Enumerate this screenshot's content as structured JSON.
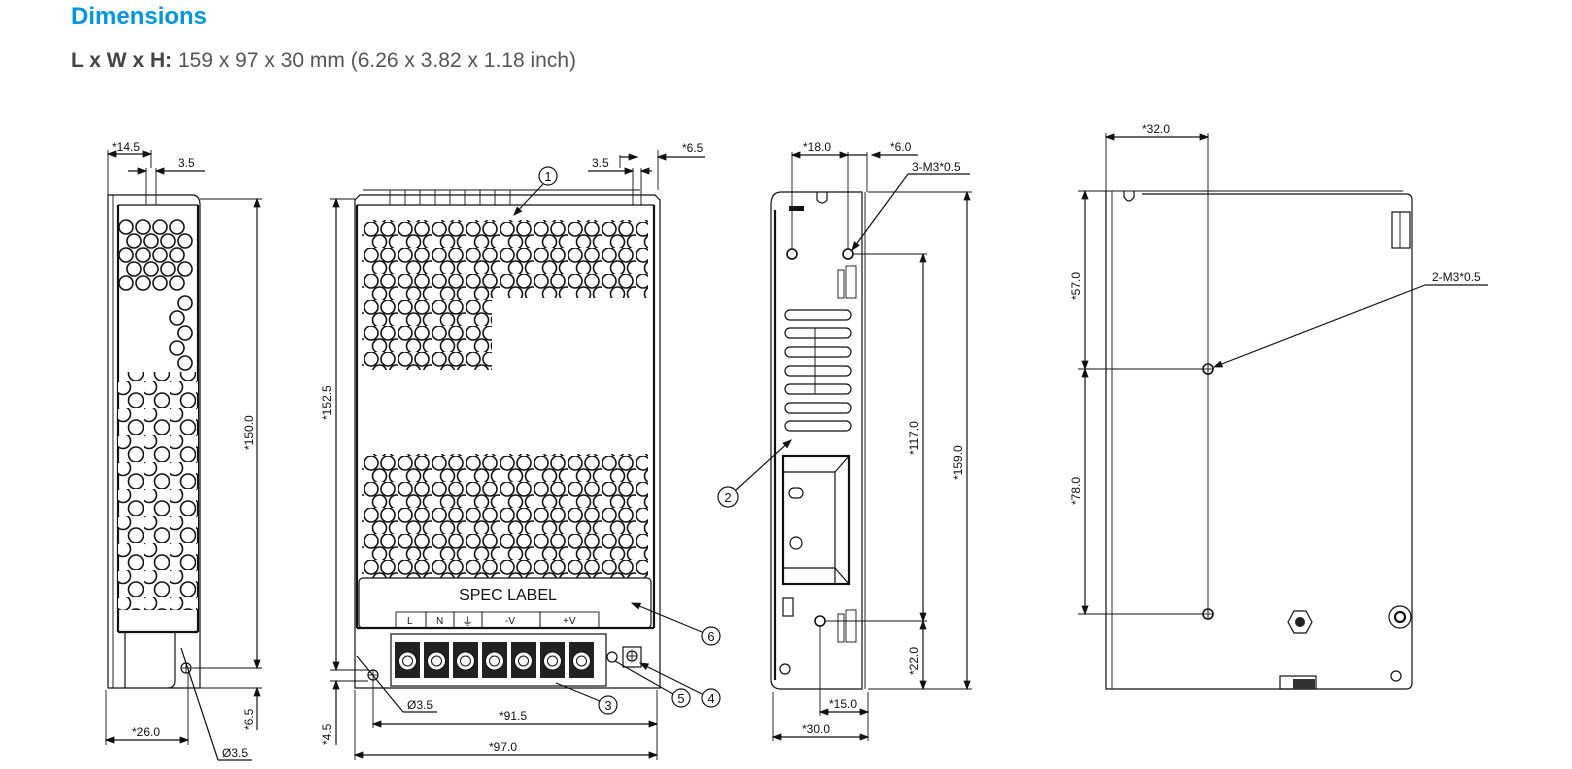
{
  "header": {
    "title": "Dimensions",
    "spec_label": "L x W x H:",
    "spec_value": "159 x 97 x 30 mm (6.26 x 3.82 x 1.18 inch)"
  },
  "colors": {
    "title": "#0096db",
    "text": "#555555",
    "line": "#111111"
  },
  "views": {
    "left_side": {
      "dims": {
        "top_offset": "*14.5",
        "slot_width": "3.5",
        "height": "*150.0",
        "bottom_width": "*26.0",
        "bottom_offset": "*6.5",
        "hole_diameter": "Ø3.5"
      }
    },
    "front": {
      "dims": {
        "top_right_offset": "*6.5",
        "slot_width": "3.5",
        "height": "*152.5",
        "bottom_offset": "*4.5",
        "hole_diameter": "Ø3.5",
        "hole_spacing": "*91.5",
        "width": "*97.0"
      },
      "spec_label": "SPEC LABEL",
      "terminals": [
        "L",
        "N",
        "⏚",
        "-V",
        "+V"
      ],
      "callouts": [
        "1",
        "3",
        "4",
        "5",
        "6"
      ]
    },
    "right_side": {
      "dims": {
        "hole_x1": "*18.0",
        "hole_x2": "*6.0",
        "screw_spec": "3-M3*0.5",
        "hole_spacing_v": "*117.0",
        "length": "*159.0",
        "bottom_hole_v": "*22.0",
        "bottom_hole_h": "*15.0",
        "depth": "*30.0"
      },
      "callouts": [
        "2"
      ]
    },
    "bottom": {
      "dims": {
        "hole_x": "*32.0",
        "upper_v": "*57.0",
        "hole_spacing_v": "*78.0",
        "screw_spec": "2-M3*0.5"
      }
    }
  }
}
